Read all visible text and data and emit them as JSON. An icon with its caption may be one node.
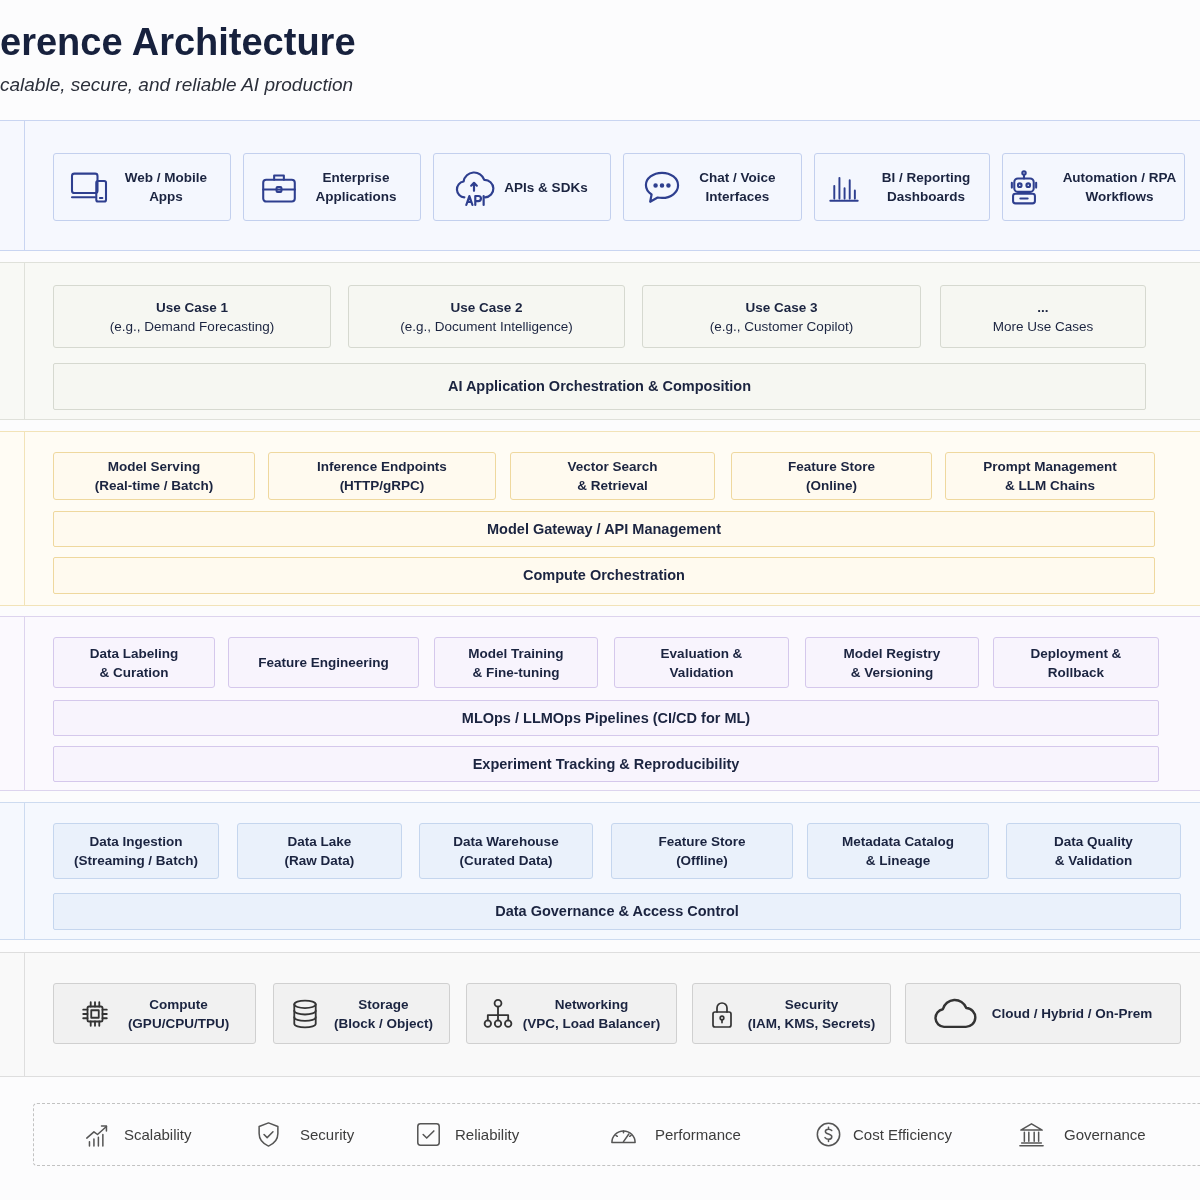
{
  "diagram": {
    "title": "erence Architecture",
    "nodes": [
      {
        "text": [],
        "shape": "band"
      },
      {
        "text": [
          "Web / Mobile Apps"
        ],
        "in": 0
      },
      {
        "text": [
          "Enterprise Applications"
        ],
        "in": 0
      },
      {
        "text": [
          "APIs & SDKs"
        ],
        "in": 0
      },
      {
        "text": [
          "Chat / Voice Interfaces"
        ],
        "in": 0
      },
      {
        "text": [
          "BI / Reporting Dashboards"
        ],
        "in": 0
      },
      {
        "text": [
          "Automation / RPA Workflows"
        ],
        "in": 0
      },
      {
        "text": [],
        "shape": "band"
      },
      {
        "text": [
          "Use Case 1",
          "(e.g., Demand Forecasting)"
        ],
        "in": 7
      },
      {
        "text": [
          "Use Case 2",
          "(e.g., Document Intelligence)"
        ],
        "in": 7
      },
      {
        "text": [
          "Use Case 3",
          "(e.g., Customer Copilot)"
        ],
        "in": 7
      },
      {
        "text": [
          "...",
          "More Use Cases"
        ],
        "in": 7
      },
      {
        "text": [
          "AI Application Orchestration & Composition"
        ],
        "in": 7
      },
      {
        "text": [],
        "shape": "band"
      },
      {
        "text": [
          "Model Serving",
          "(Real-time / Batch)"
        ],
        "in": 13
      },
      {
        "text": [
          "Inference Endpoints",
          "(HTTP/gRPC)"
        ],
        "in": 13
      },
      {
        "text": [
          "Vector Search & Retrieval"
        ],
        "in": 13
      },
      {
        "text": [
          "Feature Store",
          "(Online)"
        ],
        "in": 13
      },
      {
        "text": [
          "Prompt Management & LLM Chains"
        ],
        "in": 13
      },
      {
        "text": [
          "Model Gateway / API Management"
        ],
        "in": 13
      },
      {
        "text": [
          "Compute Orchestration"
        ],
        "in": 13
      },
      {
        "text": [],
        "shape": "band"
      },
      {
        "text": [
          "Data Labeling & Curation"
        ],
        "in": 21
      },
      {
        "text": [
          "Feature Engineering"
        ],
        "in": 21
      },
      {
        "text": [
          "Model Training & Fine-tuning"
        ],
        "in": 21
      },
      {
        "text": [
          "Evaluation & Validation"
        ],
        "in": 21
      },
      {
        "text": [
          "Model Registry & Versioning"
        ],
        "in": 21
      },
      {
        "text": [
          "Deployment & Rollback"
        ],
        "in": 21
      },
      {
        "text": [
          "MLOps / LLMOps Pipelines (CI/CD for ML)"
        ],
        "in": 21
      },
      {
        "text": [
          "Experiment Tracking & Reproducibility"
        ],
        "in": 21
      },
      {
        "text": [],
        "shape": "band"
      },
      {
        "text": [
          "Data Ingestion",
          "(Streaming / Batch)"
        ],
        "in": 30
      },
      {
        "text": [
          "Data Lake",
          "(Raw Data)"
        ],
        "in": 30
      },
      {
        "text": [
          "Data Warehouse",
          "(Curated Data)"
        ],
        "in": 30
      },
      {
        "text": [
          "Feature Store",
          "(Offline)"
        ],
        "in": 30
      },
      {
        "text": [
          "Metadata Catalog & Lineage"
        ],
        "in": 30
      },
      {
        "text": [
          "Data Quality & Validation"
        ],
        "in": 30
      },
      {
        "text": [
          "Data Governance & Access Control"
        ],
        "in": 30
      },
      {
        "text": [],
        "shape": "band"
      },
      {
        "text": [
          "Compute",
          "(GPU/CPU/TPU)"
        ],
        "in": 38
      },
      {
        "text": [
          "Storage",
          "(Block / Object)"
        ],
        "in": 38
      },
      {
        "text": [
          "Networking",
          "(VPC, Load Balancer)"
        ],
        "in": 38
      },
      {
        "text": [
          "Security",
          "(IAM, KMS, Secrets)"
        ],
        "in": 38
      },
      {
        "text": [
          "Cloud / Hybrid / On-Prem"
        ],
        "in": 38
      },
      {
        "text": [
          "Scalability",
          "Security",
          "Reliability",
          "Performance",
          "Cost Efficiency",
          "Governance"
        ]
      }
    ],
    "labels": [
      "calable, secure, and reliable AI production"
    ]
  }
}
